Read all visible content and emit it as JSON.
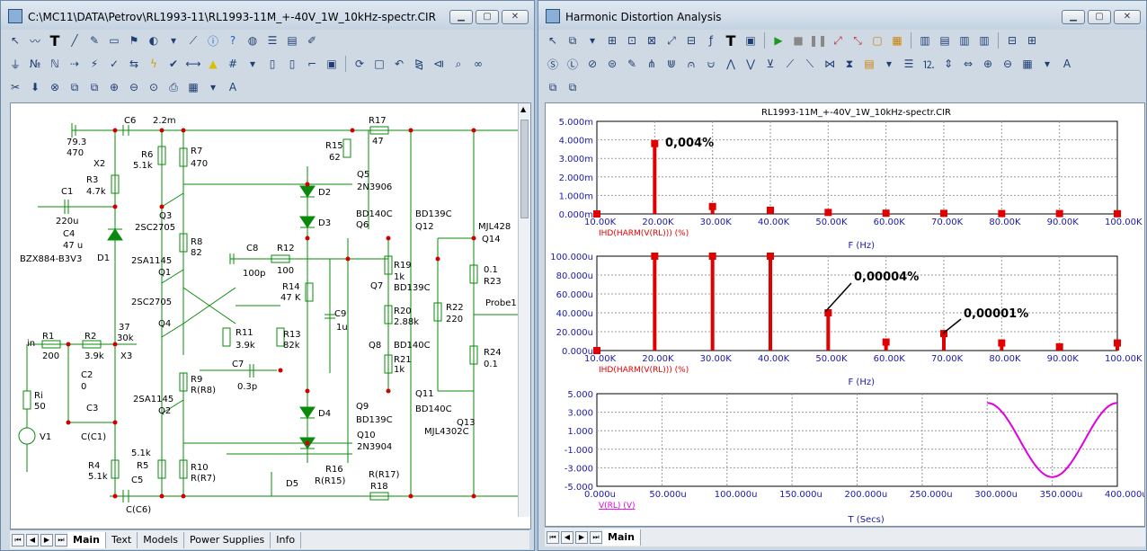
{
  "left_window": {
    "title": "C:\\MC11\\DATA\\Petrov\\RL1993-11\\RL1993-11M_+-40V_1W_10kHz-spectr.CIR",
    "tabs": [
      "Main",
      "Text",
      "Models",
      "Power Supplies",
      "Info"
    ],
    "labels": {
      "v1_val": "79.3",
      "v1_val2": "470",
      "x2": "X2",
      "c6": "C6",
      "c6_val": "2.2m",
      "r6": "R6",
      "r6_val": "5.1k",
      "r7": "R7",
      "r7_val": "470",
      "r3": "R3",
      "r3_val": "4.7k",
      "c1": "C1",
      "c1_val": "220u",
      "q3": "Q3",
      "q3_part": "2SC2705",
      "c4": "C4",
      "c4_val": "47 u",
      "d1": "D1",
      "d1_part": "BZX884-B3V3",
      "r8": "R8",
      "r8_val": "82",
      "q1_part": "2SA1145",
      "q1": "Q1",
      "q1_part2": "2SC2705",
      "q4": "Q4",
      "r1": "R1",
      "r1_val": "200",
      "r2": "R2",
      "r2_val": "3.9k",
      "x3_val": "37",
      "x3_val2": "30k",
      "x3": "X3",
      "in": "in",
      "c2": "C2",
      "c2_val": "0",
      "ri": "Ri",
      "ri_val": "50",
      "v1": "V1",
      "c3": "C3",
      "c3_val": "C(C1)",
      "r9": "R9",
      "r9_val": "R(R8)",
      "q2_part": "2SA1145",
      "q2": "Q2",
      "r5_val": "5.1k",
      "r5": "R5",
      "r10": "R10",
      "r10_val": "R(R7)",
      "r4": "R4",
      "r4_val": "5.1k",
      "c5": "C5",
      "c5_val": "C(C6)",
      "r11": "R11",
      "r11_val": "3.9k",
      "r13": "R13",
      "r13_val": "82k",
      "c7": "C7",
      "c7_val": "0.3p",
      "r15": "R15",
      "r15_val": "62",
      "q5": "Q5",
      "q5_part": "2N3906",
      "d2": "D2",
      "d3": "D3",
      "q6_part": "BD140C",
      "q6": "Q6",
      "c8": "C8",
      "c8_val": "100p",
      "r12": "R12",
      "r12_val": "100",
      "r14": "R14",
      "r14_val": "47 K",
      "c9": "C9",
      "c9_val": "1u",
      "r17": "R17",
      "r17_val": "47",
      "q12_part": "BD139C",
      "q12": "Q12",
      "r19": "R19",
      "r19_val": "1k",
      "q7": "Q7",
      "q7_part": "BD139C",
      "r20": "R20",
      "r20_val": "2.88k",
      "q8": "Q8",
      "q8_part": "BD140C",
      "r21": "R21",
      "r21_val": "1k",
      "q11": "Q11",
      "q11_part": "BD140C",
      "q9": "Q9",
      "q9_part": "BD139C",
      "d4": "D4",
      "q10": "Q10",
      "q10_part": "2N3904",
      "d5": "D5",
      "r16": "R16",
      "r16_val": "R(R15)",
      "r18_val": "R(R17)",
      "r18": "R18",
      "q14_part": "MJL428",
      "q14": "Q14",
      "r23_val": "0.1",
      "r23": "R23",
      "r22": "R22",
      "r22_val": "220",
      "probe": "Probe1",
      "r24": "R24",
      "r24_val": "0.1",
      "q13": "Q13",
      "q13_part": "MJL4302C"
    }
  },
  "right_window": {
    "title": "Harmonic Distortion Analysis",
    "tabs": [
      "Main"
    ],
    "plot_title": "RL1993-11M_+-40V_1W_10kHz-spectr.CIR"
  },
  "chart_data": [
    {
      "type": "bar",
      "title": "RL1993-11M_+-40V_1W_10kHz-spectr.CIR",
      "ylabel": "IHD(HARM(V(RL))) (%)",
      "xlabel": "F (Hz)",
      "x_ticks": [
        "10.00K",
        "20.00K",
        "30.00K",
        "40.00K",
        "50.00K",
        "60.00K",
        "70.00K",
        "80.00K",
        "90.00K",
        "100.00K"
      ],
      "y_ticks": [
        "5.000m",
        "4.000m",
        "3.000m",
        "2.000m",
        "1.000m",
        "0.000m"
      ],
      "xlim": [
        10000,
        100000
      ],
      "ylim": [
        0,
        0.005
      ],
      "x": [
        10000,
        20000,
        30000,
        40000,
        50000,
        60000,
        70000,
        80000,
        90000,
        100000
      ],
      "values": [
        0,
        0.0038,
        0.0004,
        0.0002,
        8e-05,
        4e-05,
        3e-05,
        2e-05,
        2e-05,
        1e-05
      ],
      "annotation": "0,004%",
      "color": "#e00000"
    },
    {
      "type": "bar",
      "ylabel": "IHD(HARM(V(RL))) (%)",
      "xlabel": "F (Hz)",
      "x_ticks": [
        "10.00K",
        "20.00K",
        "30.00K",
        "40.00K",
        "50.00K",
        "60.00K",
        "70.00K",
        "80.00K",
        "90.00K",
        "100.00K"
      ],
      "y_ticks": [
        "100.000u",
        "80.000u",
        "60.000u",
        "40.000u",
        "20.000u",
        "0.000u"
      ],
      "xlim": [
        10000,
        100000
      ],
      "ylim": [
        0,
        0.0001
      ],
      "x": [
        10000,
        20000,
        30000,
        40000,
        50000,
        60000,
        70000,
        80000,
        90000,
        100000
      ],
      "values": [
        0,
        0.0001,
        0.0001,
        0.0001,
        4e-05,
        9e-06,
        1.8e-05,
        8e-06,
        4e-06,
        8e-06
      ],
      "annotations": [
        "0,00004%",
        "0,00001%"
      ],
      "color": "#e00000"
    },
    {
      "type": "line",
      "ylabel": "V(RL) (V)",
      "xlabel": "T (Secs)",
      "x_ticks": [
        "0.000u",
        "50.000u",
        "100.000u",
        "150.000u",
        "200.000u",
        "250.000u",
        "300.000u",
        "350.000u",
        "400.000u"
      ],
      "y_ticks": [
        "5.000",
        "3.000",
        "1.000",
        "-1.000",
        "-3.000",
        "-5.000"
      ],
      "xlim": [
        0,
        400
      ],
      "ylim": [
        -5,
        5
      ],
      "series": [
        {
          "frequency_hz": 10000,
          "amplitude": 4.0,
          "start_us": 300,
          "end_us": 400
        }
      ],
      "color": "#e000e0"
    }
  ]
}
